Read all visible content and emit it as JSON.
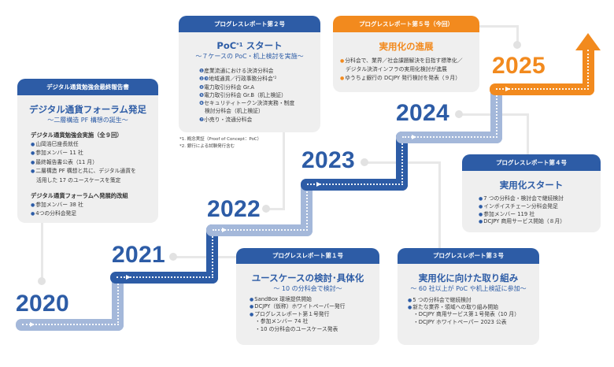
{
  "colors": {
    "dark_blue": "#2d5ca6",
    "light_blue": "#a4b8da",
    "orange": "#f28a1e",
    "box_background": "#efefef",
    "connector": "#e8e8e8"
  },
  "timeline": {
    "years": [
      "2020",
      "2021",
      "2022",
      "2023",
      "2024",
      "2025"
    ]
  },
  "boxes": {
    "final_report": {
      "header": "デジタル通貨勉強会最終報告書",
      "title": "デジタル通貨フォーラム発足",
      "subtitle": "～二層構造 PF 構想の誕生～",
      "sections": [
        {
          "heading": "デジタル通貨勉強会実施（全９回）",
          "items": [
            {
              "text": "山岡浩巳座長就任"
            },
            {
              "text": "参加メンバー 11 社"
            },
            {
              "text": "最終報告書公表（11 月）"
            },
            {
              "text": "二層構造 PF 構想と共に、デジタル通貨を",
              "cont": "活用した 17 のユースケースを策定"
            }
          ]
        },
        {
          "heading": "デジタル通貨フォーラムへ発展的改組",
          "items": [
            {
              "text": "参加メンバー 38 社"
            },
            {
              "text": "4つの分科会発足"
            }
          ]
        }
      ]
    },
    "report_2": {
      "header": "プログレスレポート第２号",
      "title_main": "PoC",
      "title_sup": "*1",
      "title_rest": " スタート",
      "subtitle": "～７ケースの PoC・机上検討を実施～",
      "items": [
        {
          "marker": "❶",
          "text": "産業流通における決済分科会"
        },
        {
          "marker": "❷❸",
          "text": "地域通貨／行政事務分科会",
          "sup": "*2"
        },
        {
          "marker": "❹",
          "text": "電力取引分科会 Gr.A"
        },
        {
          "marker": "❺",
          "text": "電力取引分科会 Gr.B（机上検証）"
        },
        {
          "marker": "❻",
          "text": "セキュリティトークン決済実務・制度",
          "cont": "検討分科会（机上検証）"
        },
        {
          "marker": "❼",
          "text": "小売り・流通分科会"
        }
      ],
      "footnotes": [
        "*1. 概念実証（Proof of Concept：PoC）",
        "*2. 銀行による試験発行含む"
      ]
    },
    "report_5": {
      "header": "プログレスレポート第５号（今回）",
      "title": "実用化の進展",
      "items": [
        {
          "text": "分科会で、業界／社会課題解決を目指す標準化／",
          "cont": "デジタル決済インフラの実用化検討が進展"
        },
        {
          "text": "ゆうちょ銀行の DCJPY 発行検討を発表（９月）"
        }
      ]
    },
    "report_4": {
      "header": "プログレスレポート第４号",
      "title": "実用化スタート",
      "items": [
        {
          "text": "7 つの分科会・検討会で継続検討"
        },
        {
          "text": "インボイスチェーン分科会発足"
        },
        {
          "text": "参加メンバー 119 社"
        },
        {
          "text": "DCJPY 商用サービス開始（８月）"
        }
      ]
    },
    "report_1": {
      "header": "プログレスレポート第１号",
      "title": "ユースケースの検討･具体化",
      "subtitle": "～ 10 の分科会で検討～",
      "items": [
        {
          "text": "SandBox 環境提供開始"
        },
        {
          "text": "DCJPY（仮称）ホワイトペーパー発行"
        },
        {
          "text": "プログレスレポート第１号発行",
          "subs": [
            "・参加メンバー 74 社",
            "・10 の分科会のユースケース発表"
          ]
        }
      ]
    },
    "report_3": {
      "header": "プログレスレポート第３号",
      "title": "実用化に向けた取り組み",
      "subtitle": "～ 60 社以上が PoC や机上検証に参加～",
      "items": [
        {
          "text": "5 つの分科会で継続検討"
        },
        {
          "text": "新たな業界・領域への取り組み開始",
          "subs": [
            "・DCJPY 商用サービス第１号発表（10 月）",
            "・DCJPY ホワイトペーパー 2023 公表"
          ]
        }
      ]
    }
  }
}
